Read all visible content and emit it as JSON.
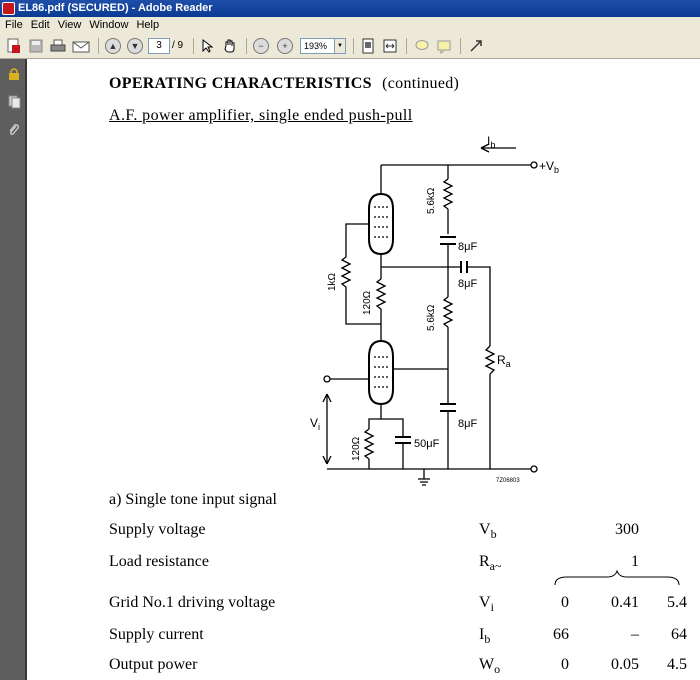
{
  "window": {
    "title": "EL86.pdf (SECURED) - Adobe Reader"
  },
  "menu": {
    "file": "File",
    "edit": "Edit",
    "view": "View",
    "window": "Window",
    "help": "Help"
  },
  "toolbar": {
    "page_current": "3",
    "page_total": "/ 9",
    "zoom": "193%"
  },
  "document": {
    "heading": "OPERATING CHARACTERISTICS",
    "heading_suffix": "(continued)",
    "subheading": "A.F. power amplifier, single ended push-pull",
    "section": "a) Single tone input signal"
  },
  "schematic": {
    "current_label": "I",
    "current_sub": "b",
    "supply_label": "+V",
    "supply_sub": "b",
    "r_top": "5.6kΩ",
    "c_top": "8μF",
    "c_coupling": "8μF",
    "r_grid": "1kΩ",
    "r_mid": "120Ω",
    "r_lower": "5.6kΩ",
    "load": "R",
    "load_sub": "a",
    "input": "V",
    "input_sub": "i",
    "c_bottom": "8μF",
    "r_cathode": "120Ω",
    "c_cathode": "50μF",
    "code": "7Z06803"
  },
  "table": {
    "rows": [
      {
        "label": "Supply voltage",
        "sym": "V",
        "sub": "b",
        "v1": "",
        "v2": "300",
        "v3": ""
      },
      {
        "label": "Load resistance",
        "sym": "R",
        "sub": "a~",
        "v1": "",
        "v2": "1",
        "v3": ""
      },
      {
        "label": "Grid No.1 driving voltage",
        "sym": "V",
        "sub": "i",
        "v1": "0",
        "v2": "0.41",
        "v3": "5.4"
      },
      {
        "label": "Supply current",
        "sym": "I",
        "sub": "b",
        "v1": "66",
        "v2": "–",
        "v3": "64"
      },
      {
        "label": "Output power",
        "sym": "W",
        "sub": "o",
        "v1": "0",
        "v2": "0.05",
        "v3": "4.5"
      }
    ]
  }
}
